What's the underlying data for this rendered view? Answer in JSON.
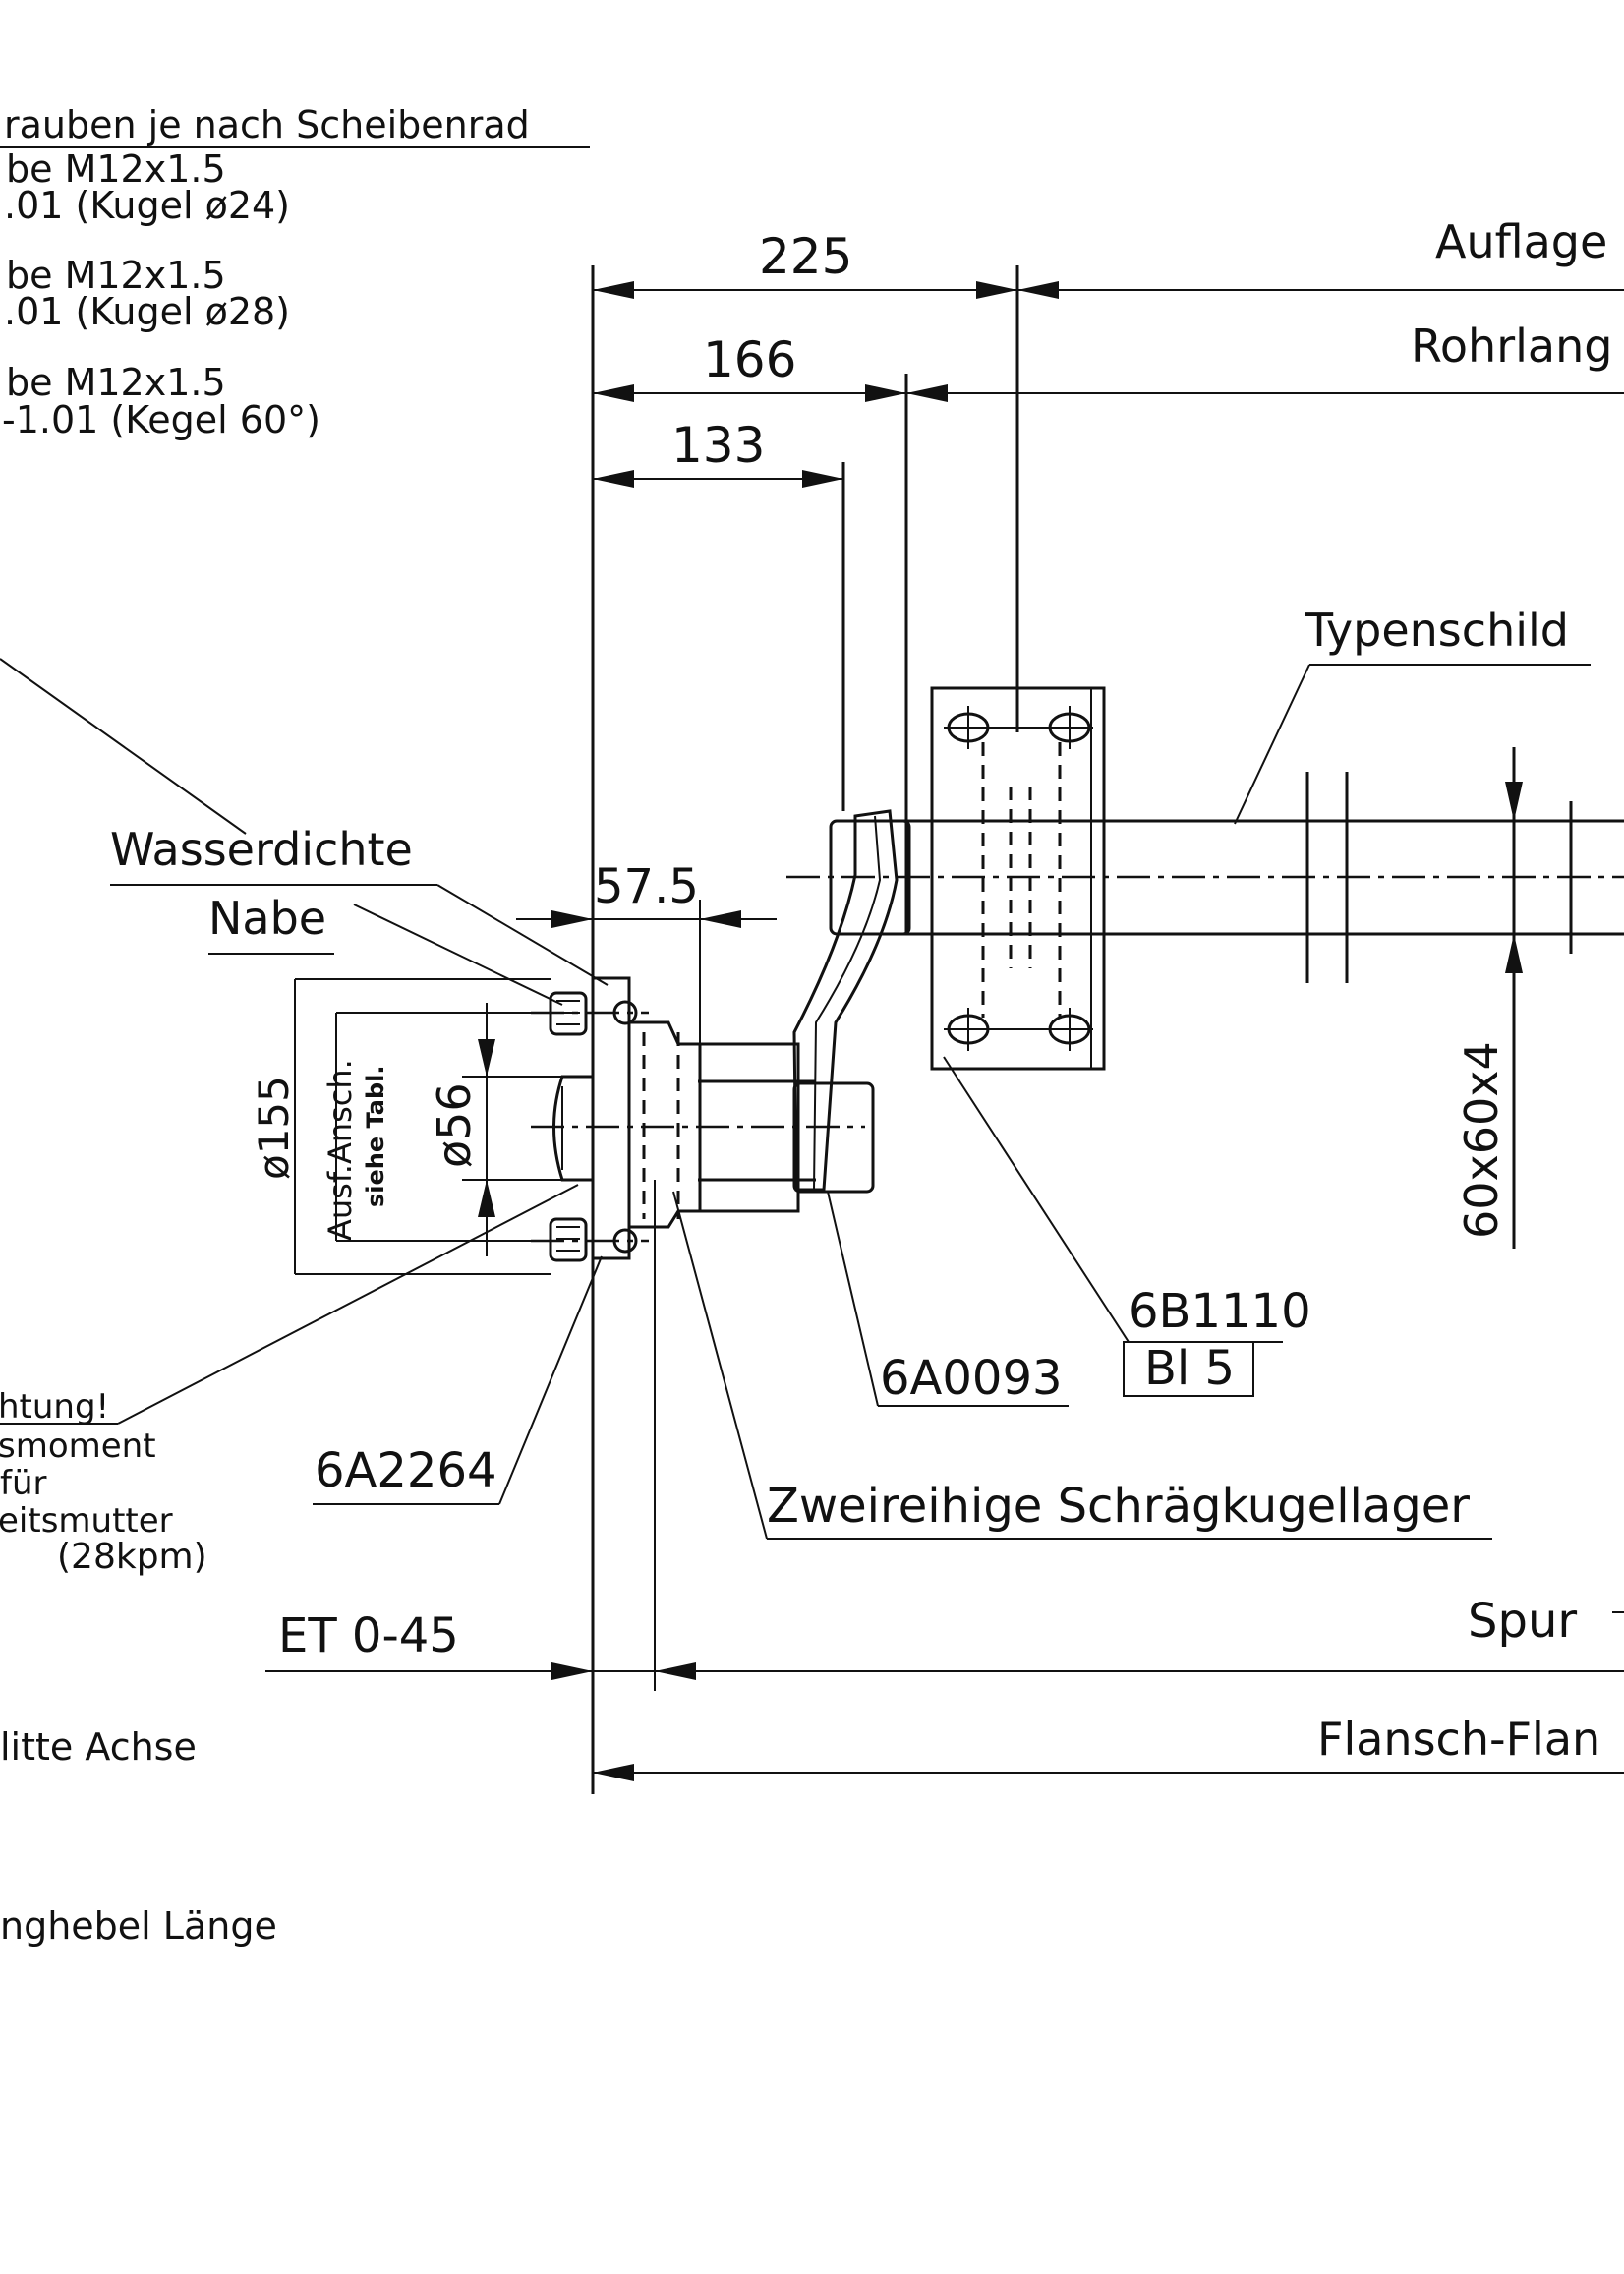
{
  "notes": {
    "line1": "rauben je nach Scheibenrad",
    "line2": "be M12x1.5",
    "line3": ".01 (Kugel ø24)",
    "line4": "be M12x1.5",
    "line5": ".01 (Kugel ø28)",
    "line6": "be M12x1.5",
    "line7": "-1.01 (Kegel 60°)"
  },
  "dimensions": {
    "d225": "225",
    "d166": "166",
    "d133": "133",
    "d57_5": "57.5",
    "dia155": "ø155",
    "dia56": "ø56",
    "profile": "60x60x4",
    "et": "ET 0-45"
  },
  "labels": {
    "auflage": "Auflage",
    "rohrlange": "Rohrlang",
    "typenschild": "Typenschild",
    "wasserdichte": "Wasserdichte",
    "nabe": "Nabe",
    "ausf_ansch": "Ausf.Ansch.",
    "siehe_tabl": "siehe Tabl.",
    "part_6b1110": "6B1110",
    "bl5": "Bl 5",
    "part_6a0093": "6A0093",
    "part_6a2264": "6A2264",
    "lager": "Zweireihige Schrägkugellager",
    "spur": "Spur",
    "flansch": "Flansch-Flan",
    "mitte_achse": "litte Achse",
    "schwinghebel": "nghebel Länge"
  },
  "warning": {
    "line1": "htung!",
    "line2": "smoment",
    "line3": "für",
    "line4": "eitsmutter",
    "line5": "(28kpm)"
  }
}
